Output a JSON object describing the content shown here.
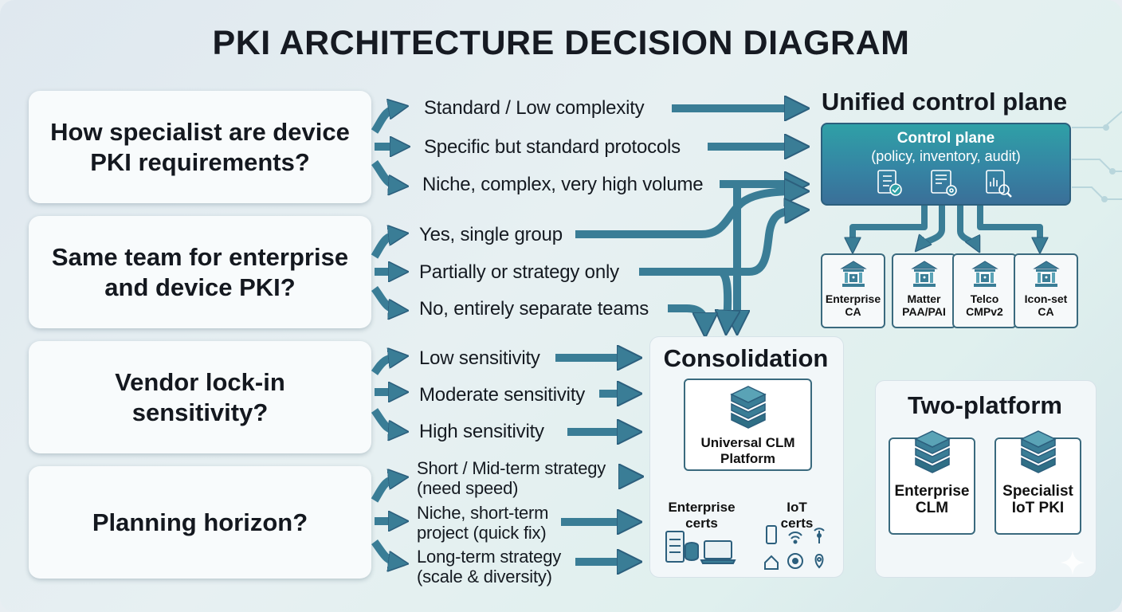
{
  "title": "PKI ARCHITECTURE DECISION DIAGRAM",
  "questions": [
    {
      "text": "How specialist are device PKI requirements?",
      "options": [
        "Standard / Low complexity",
        "Specific but standard protocols",
        "Niche, complex, very high volume"
      ]
    },
    {
      "text": "Same team for enterprise and device PKI?",
      "options": [
        "Yes, single group",
        "Partially or strategy only",
        "No, entirely separate teams"
      ]
    },
    {
      "text": "Vendor lock-in sensitivity?",
      "options": [
        "Low sensitivity",
        "Moderate sensitivity",
        "High sensitivity"
      ]
    },
    {
      "text": "Planning horizon?",
      "options": [
        "Short / Mid-term strategy (need speed)",
        "Niche, short-term project (quick fix)",
        "Long-term strategy (scale & diversity)"
      ]
    }
  ],
  "unified": {
    "heading": "Unified control plane",
    "control_title": "Control plane",
    "control_subtitle": "(policy, inventory, audit)",
    "icons": [
      "checklist-icon",
      "settings-document-icon",
      "analytics-search-icon"
    ],
    "cas": [
      "Enterprise CA",
      "Matter PAA/PAI",
      "Telco CMPv2",
      "Icon-set CA"
    ]
  },
  "consolidation": {
    "heading": "Consolidation",
    "platform": "Universal CLM Platform",
    "enterprise_certs": "Enterprise certs",
    "iot_certs": "IoT certs"
  },
  "two_platform": {
    "heading": "Two-platform",
    "left": "Enterprise CLM",
    "right": "Specialist IoT PKI"
  },
  "colors": {
    "arrow": "#3a7d96",
    "arrow_dark": "#2c5f7d",
    "accent_teal": "#2fa0a6"
  }
}
